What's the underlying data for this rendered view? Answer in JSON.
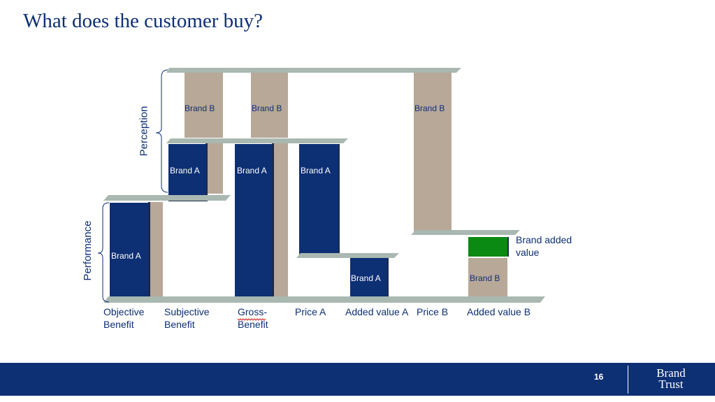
{
  "title": "What does the customer buy?",
  "axis_labels": {
    "perception": "Perception",
    "performance": "Performance"
  },
  "categories": [
    {
      "line1": "Objective",
      "line2": "Benefit"
    },
    {
      "line1": "Subjective",
      "line2": "Benefit"
    },
    {
      "line1": "Gross-",
      "line2": "Benefit"
    },
    {
      "line1": "Price A",
      "line2": ""
    },
    {
      "line1": "Added value A",
      "line2": ""
    },
    {
      "line1": "Price B",
      "line2": ""
    },
    {
      "line1": "Added value B",
      "line2": ""
    }
  ],
  "bars": {
    "objective_a": "Brand A",
    "subjective_a": "Brand A",
    "subjective_b": "Brand B",
    "gross_a": "Brand A",
    "gross_b": "Brand B",
    "price_a": "Brand A",
    "added_value_a": "Brand A",
    "price_b": "Brand B",
    "added_value_b": "Brand B"
  },
  "annotation": {
    "brand_added_value": "Brand added value"
  },
  "colors": {
    "brand_a": "#0d2f74",
    "brand_b": "#b8a898",
    "added_value": "#0a8a12",
    "shelf": "#a9b8b1"
  },
  "footer": {
    "page_number": "16",
    "logo_line1": "Brand",
    "logo_line2": "Trust"
  }
}
